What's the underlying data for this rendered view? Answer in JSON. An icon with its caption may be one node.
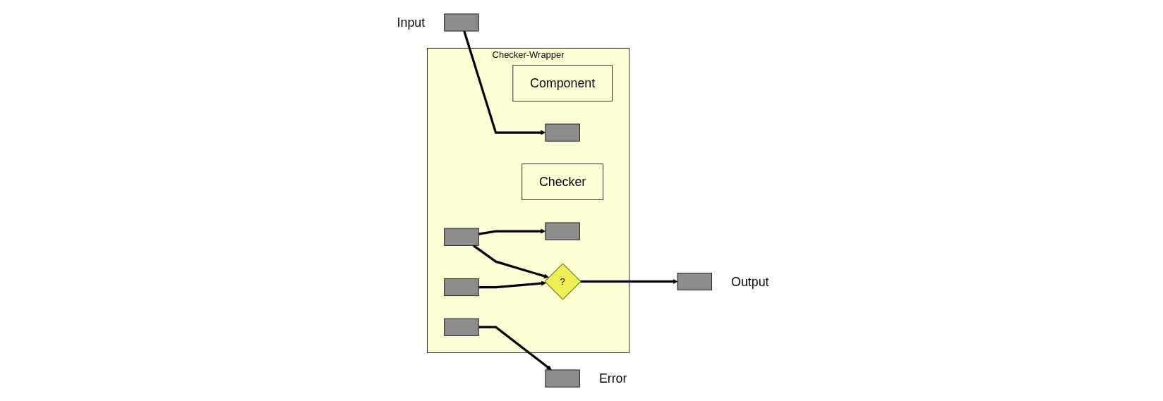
{
  "diagram": {
    "nodes": [
      {
        "text": [
          "Checker-Wrapper"
        ]
      },
      {
        "text": [],
        "shape": "box",
        "beside": [
          "Input"
        ]
      },
      {
        "text": [
          "Component"
        ],
        "in": 0
      },
      {
        "text": [],
        "shape": "box",
        "in": 0
      },
      {
        "text": [],
        "shape": "box",
        "in": 0
      },
      {
        "text": [
          "Checker"
        ],
        "in": 0
      },
      {
        "text": [],
        "shape": "box",
        "in": 0
      },
      {
        "text": [],
        "shape": "box",
        "in": 0
      },
      {
        "text": [],
        "shape": "box",
        "in": 0
      },
      {
        "text": [
          "?"
        ],
        "in": 0
      },
      {
        "text": [],
        "shape": "box",
        "beside": [
          "Error"
        ]
      },
      {
        "text": [],
        "shape": "box",
        "beside": [
          "Output"
        ]
      }
    ],
    "edges": [
      {
        "from": 1,
        "to": 3,
        "arrow": "to"
      },
      {
        "from": 4,
        "to": 6,
        "arrow": "to"
      },
      {
        "from": 4,
        "to": 9,
        "arrow": "to"
      },
      {
        "from": 7,
        "to": 10,
        "arrow": "to"
      },
      {
        "from": 8,
        "to": 9,
        "arrow": "to"
      },
      {
        "from": 9,
        "to": 11,
        "arrow": "to"
      }
    ]
  }
}
